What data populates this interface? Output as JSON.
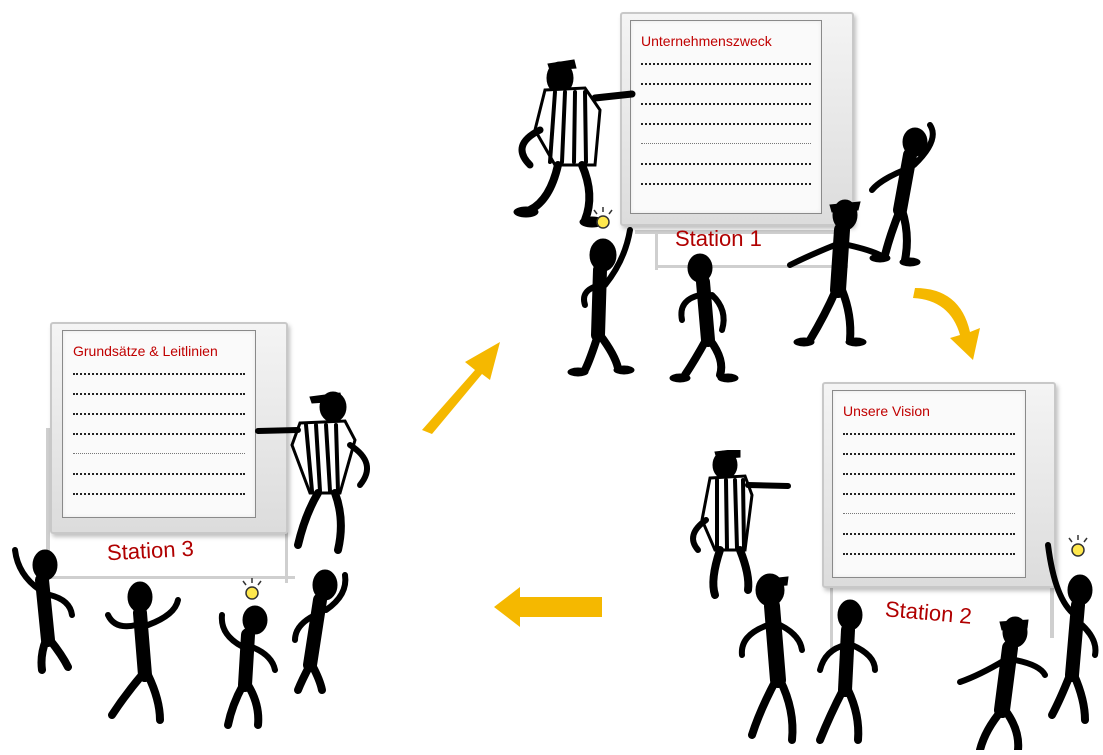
{
  "stations": [
    {
      "label": "Station 1",
      "title": "Unternehmenszweck"
    },
    {
      "label": "Station 2",
      "title": "Unsere Vision"
    },
    {
      "label": "Station 3",
      "title": "Grundsätze & Leitlinien"
    }
  ],
  "colors": {
    "arrow": "#f5b800",
    "label": "#b00000",
    "title": "#c00000",
    "figure": "#000000"
  },
  "icons": [
    "flipchart-icon",
    "lightbulb-icon",
    "arrow-icon",
    "stick-figure-icon"
  ]
}
